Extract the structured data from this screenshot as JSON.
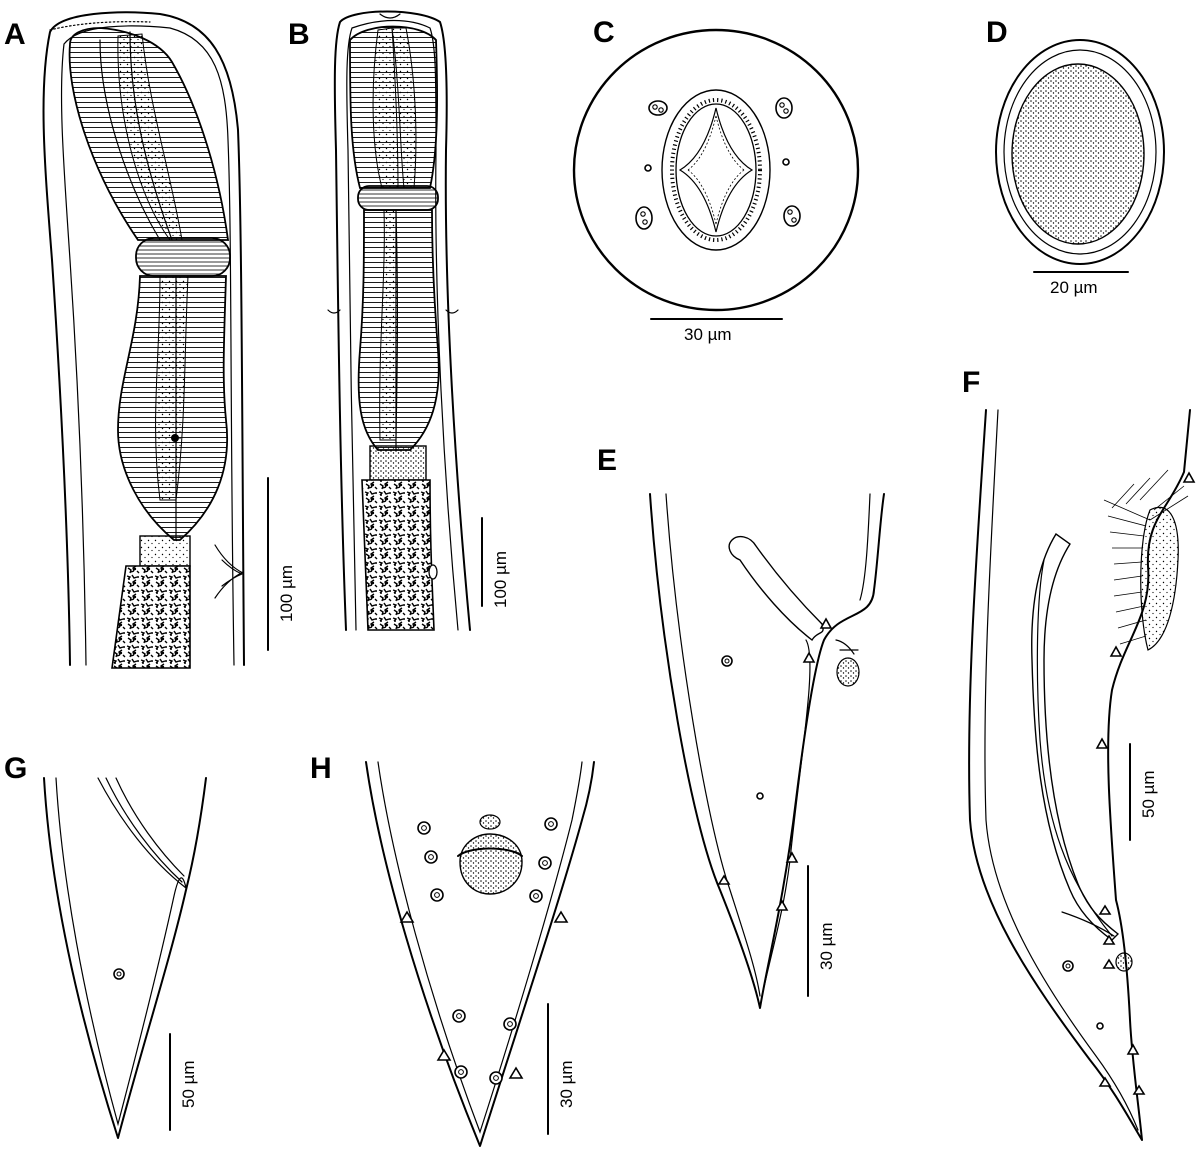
{
  "panels": [
    {
      "id": "A",
      "label": "A",
      "scale": "100 µm"
    },
    {
      "id": "B",
      "label": "B",
      "scale": "100 µm"
    },
    {
      "id": "C",
      "label": "C",
      "scale": "30 µm"
    },
    {
      "id": "D",
      "label": "D",
      "scale": "20 µm"
    },
    {
      "id": "E",
      "label": "E",
      "scale": "30 µm"
    },
    {
      "id": "F",
      "label": "F",
      "scale": "50 µm"
    },
    {
      "id": "G",
      "label": "G",
      "scale": "50 µm"
    },
    {
      "id": "H",
      "label": "H",
      "scale": "30 µm"
    }
  ],
  "colors": {
    "ink": "#000000",
    "background": "#ffffff"
  }
}
